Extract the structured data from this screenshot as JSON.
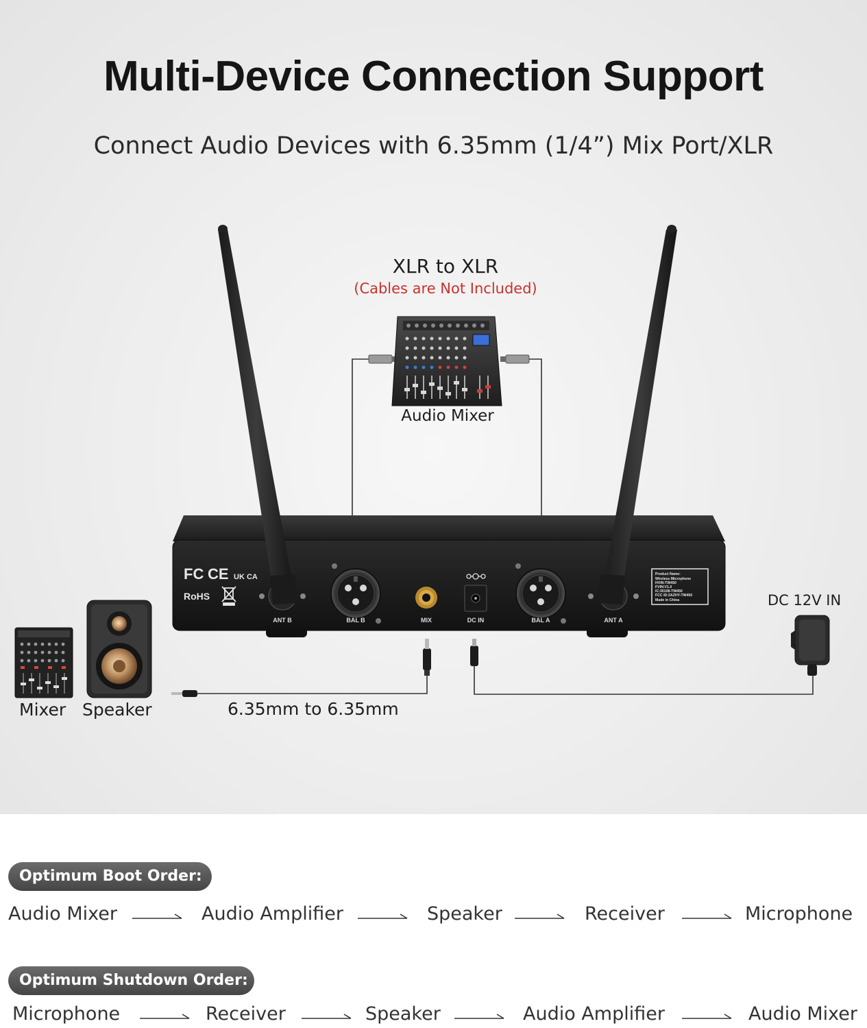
{
  "header": {
    "title": "Multi-Device Connection Support",
    "subtitle": "Connect Audio Devices with 6.35mm (1/4”) Mix Port/XLR"
  },
  "diagram": {
    "xlr_title": "XLR to XLR",
    "xlr_note": "(Cables are Not Included)",
    "audio_mixer_label": "Audio Mixer",
    "dc_label": "DC 12V IN",
    "mixer_label": "Mixer",
    "speaker_label": "Speaker",
    "cable_label": "6.35mm to 6.35mm",
    "receiver": {
      "compliance_marks": [
        "FC",
        "CE",
        "UK CA",
        "RoHS"
      ],
      "ports": [
        "ANT B",
        "BAL B",
        "MIX",
        "DC IN",
        "BAL A",
        "ANT A"
      ],
      "product_label": [
        "Product Name:",
        "Wireless Microphone",
        "HVIN:TW450",
        "FVIN:V1.0",
        "IC:30108-TW450",
        "FCC ID:2AZHY-TW450",
        "Made in China"
      ]
    }
  },
  "boot_order": {
    "label": "Optimum Boot Order:",
    "steps": [
      "Audio Mixer",
      "Audio Amplifier",
      "Speaker",
      "Receiver",
      "Microphone"
    ]
  },
  "shutdown_order": {
    "label": "Optimum Shutdown Order:",
    "steps": [
      "Microphone",
      "Receiver",
      "Speaker",
      "Audio Amplifier",
      "Audio Mixer"
    ]
  }
}
